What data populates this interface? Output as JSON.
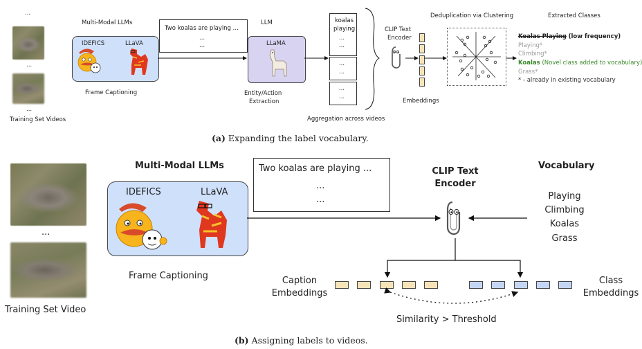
{
  "panel_a": {
    "ellipsis_top": "...",
    "ellipsis_mid": "...",
    "ellipsis_bottom": "...",
    "videos_label": "Training Set Videos",
    "mllm_title": "Multi-Modal LLMs",
    "idefics_label": "IDEFICS",
    "llava_label": "LLaVA",
    "frame_captioning": "Frame Captioning",
    "caption_line1": "Two koalas are playing ...",
    "caption_line2": "...",
    "caption_line3": "...",
    "llm_title": "LLM",
    "llama_label": "LLaMA",
    "extraction_line1": "Entity/Action",
    "extraction_line2": "Extraction",
    "stack_item1_line1": "koalas",
    "stack_item1_line2": "playing",
    "stack_item1_line3": "...",
    "stack_item1_line4": "...",
    "stack_item2": "...",
    "stack_item2b": "...",
    "stack_item3": "...",
    "stack_item3b": "...",
    "aggregation": "Aggregation across videos",
    "clip_line1": "CLIP Text",
    "clip_line2": "Encoder",
    "embeddings": "Embeddings",
    "dedup_title": "Deduplication via Clustering",
    "extracted_title": "Extracted Classes",
    "class_koalas_playing": "Koalas Playing",
    "class_low_freq": "(low frequency)",
    "class_playing": "Playing*",
    "class_climbing": "Climbing*",
    "class_koalas": "Koalas",
    "class_koalas_note": "(Novel class added to vocabulary)",
    "class_grass": "Grass*",
    "footnote": "* - already in existing vocabulary",
    "caption_prefix": "(a)",
    "caption_text": "Expanding the label vocabulary."
  },
  "panel_b": {
    "mllm_title": "Multi-Modal LLMs",
    "idefics_label": "IDEFICS",
    "llava_label": "LLaVA",
    "frame_captioning": "Frame Captioning",
    "caption_line1": "Two koalas are playing ...",
    "caption_line2": "...",
    "caption_line3": "...",
    "ellipsis": "...",
    "video_label": "Training Set Video",
    "clip_line1": "CLIP Text",
    "clip_line2": "Encoder",
    "vocab_title": "Vocabulary",
    "vocab_items": [
      "Playing",
      "Climbing",
      "Koalas",
      "Grass"
    ],
    "caption_emb_line1": "Caption",
    "caption_emb_line2": "Embeddings",
    "class_emb_line1": "Class",
    "class_emb_line2": "Embeddings",
    "similarity": "Similarity > Threshold",
    "caption_prefix": "(b)",
    "caption_text": "Assigning labels to videos."
  },
  "colors": {
    "mllm_fill": "#cfe0fb",
    "llm_fill": "#d9d3f2",
    "caption_emb": "#f6e3b8",
    "class_emb": "#c4d6f3",
    "novel_green": "#3a8a2a",
    "gray_text": "#9a9a9a"
  },
  "icons": [
    "idefics-emoji-icon",
    "llava-camel-icon",
    "llama-icon",
    "clippy-icon",
    "cluster-scatter-icon"
  ]
}
